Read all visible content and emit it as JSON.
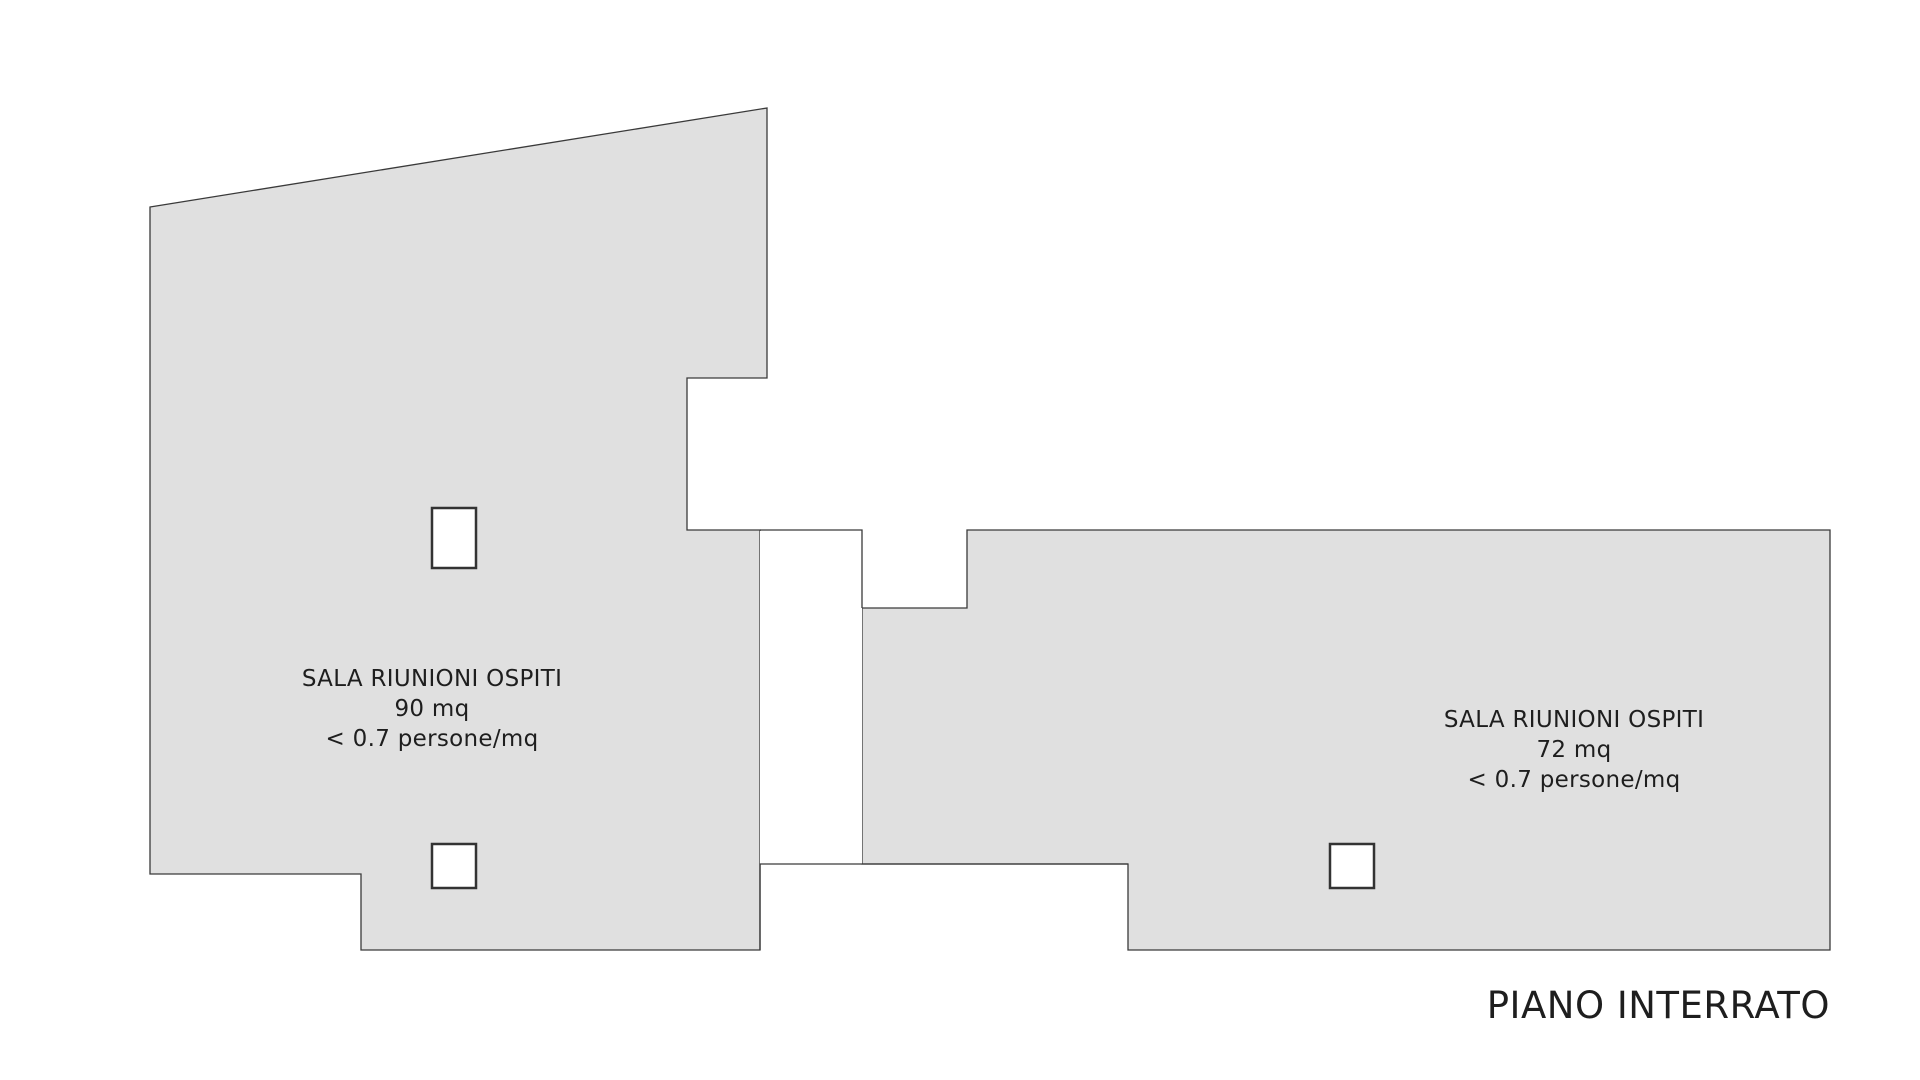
{
  "floor": {
    "title": "PIANO INTERRATO"
  },
  "rooms": [
    {
      "name": "SALA RIUNIONI OSPITI",
      "area": "90 mq",
      "density": "< 0.7 persone/mq"
    },
    {
      "name": "SALA RIUNIONI OSPITI",
      "area": "72 mq",
      "density": "< 0.7 persone/mq"
    }
  ],
  "colors": {
    "room_fill": "#e0e0e0",
    "outline": "#3a3a3a",
    "background": "#ffffff"
  }
}
